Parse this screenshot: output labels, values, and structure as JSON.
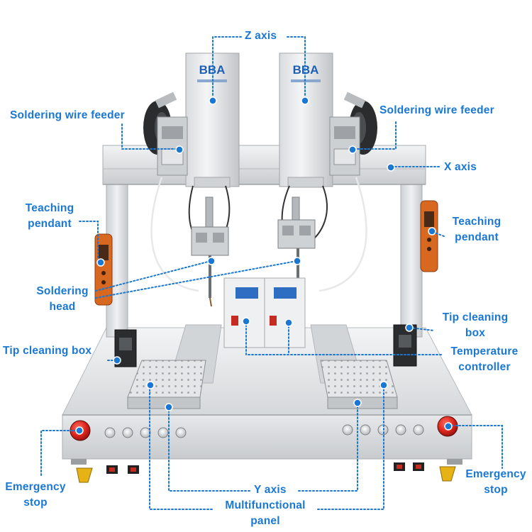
{
  "brand": {
    "logo_text": "BBA"
  },
  "colors": {
    "label": "#1a78d4",
    "leader": "#1a78d4",
    "dot": "#1a78d4",
    "frame": "#dfe1e3",
    "frame_shadow": "#b9bcbf",
    "machine_body": "#e8eaeb",
    "estop_red": "#d9231c",
    "pendant_orange": "#d8671f",
    "black": "#222222"
  },
  "labels": {
    "z_axis": "Z axis",
    "wire_feeder_left": "Soldering wire feeder",
    "wire_feeder_right": "Soldering wire feeder",
    "x_axis": "X axis",
    "teaching_pendant_left_1": "Teaching",
    "teaching_pendant_left_2": "pendant",
    "teaching_pendant_right_1": "Teaching",
    "teaching_pendant_right_2": "pendant",
    "soldering_head_1": "Soldering",
    "soldering_head_2": "head",
    "tip_cleaning_right_1": "Tip cleaning",
    "tip_cleaning_right_2": "box",
    "tip_cleaning_left": "Tip cleaning box",
    "temperature_1": "Temperature",
    "temperature_2": "controller",
    "emergency_left_1": "Emergency",
    "emergency_left_2": "stop",
    "emergency_right_1": "Emergency",
    "emergency_right_2": "stop",
    "y_axis": "Y axis",
    "multifunctional_1": "Multifunctional",
    "multifunctional_2": "panel"
  }
}
